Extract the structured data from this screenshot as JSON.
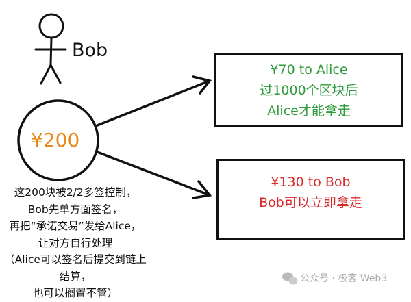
{
  "person": {
    "name": "Bob"
  },
  "coin": {
    "label": "¥200",
    "color": "#e8891a"
  },
  "box_alice": {
    "lines": [
      "¥70 to Alice",
      "过1000个区块后",
      "Alice才能拿走"
    ],
    "color": "#2e9a3a"
  },
  "box_bob": {
    "lines": [
      "¥130 to Bob",
      "Bob可以立即拿走"
    ],
    "color": "#d92b2b"
  },
  "note": {
    "lines": [
      "这200块被2/2多签控制，",
      "Bob先单方面签名，",
      "再把“承诺交易”发给Alice，",
      "让对方自行处理",
      "（Alice可以签名后提交到链上结算，",
      "也可以搁置不管）"
    ]
  },
  "watermark": {
    "text": "公众号 · 极客 Web3"
  }
}
